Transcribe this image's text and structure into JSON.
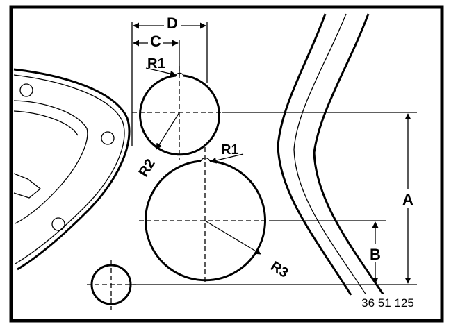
{
  "figure": {
    "dimension_labels": {
      "a": "A",
      "b": "B",
      "c": "C",
      "d": "D"
    },
    "radius_labels": {
      "r1_top": "R1",
      "r1_lower": "R1",
      "r2": "R2",
      "r3": "R3"
    },
    "reference_number": "36 51 125"
  }
}
